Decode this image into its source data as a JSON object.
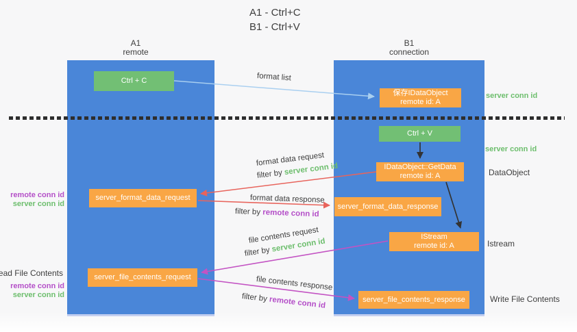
{
  "title": {
    "line1": "A1 - Ctrl+C",
    "line2": "B1 - Ctrl+V"
  },
  "lanes": {
    "left": {
      "title": "A1",
      "subtitle": "remote"
    },
    "right": {
      "title": "B1",
      "subtitle": "connection"
    }
  },
  "nodes": {
    "ctrl_c": {
      "label": "Ctrl + C"
    },
    "save_dataobject": {
      "line1": "保存IDataObject",
      "line2": "remote id: A"
    },
    "ctrl_v": {
      "label": "Ctrl + V"
    },
    "getdata": {
      "line1": "IDataObject::GetData",
      "line2": "remote id: A"
    },
    "format_request": {
      "label": "server_format_data_request"
    },
    "format_response": {
      "label": "server_format_data_response"
    },
    "istream": {
      "line1": "IStream",
      "line2": "remote id: A"
    },
    "file_request": {
      "label": "server_file_contents_request"
    },
    "file_response": {
      "label": "server_file_contents_response"
    }
  },
  "arrow_labels": {
    "format_list": "format list",
    "format_request": {
      "line1": "format data request",
      "filter_prefix": "filter by ",
      "filter_key": "server conn id"
    },
    "format_response": {
      "line1": "format data response",
      "filter_prefix": "filter by ",
      "filter_key": "remote conn id"
    },
    "file_request": {
      "line1": "file contents request",
      "filter_prefix": "filter by ",
      "filter_key": "server conn id"
    },
    "file_response": {
      "line1": "file contents response",
      "filter_prefix": "filter by ",
      "filter_key": "remote conn id"
    }
  },
  "side_labels": {
    "left": [
      {
        "text": "remote conn id"
      },
      {
        "text": "server conn id"
      },
      {
        "text": "Read File Contents"
      },
      {
        "text": "remote conn id"
      },
      {
        "text": "server conn id"
      }
    ],
    "right": [
      {
        "text": "server conn id"
      },
      {
        "text": "server conn id"
      },
      {
        "text": "DataObject"
      },
      {
        "text": "Istream"
      },
      {
        "text": "Write File Contents"
      }
    ]
  },
  "colors": {
    "lane_blue": "#4a86d8",
    "node_orange": "#f9a645",
    "node_green": "#72bf74",
    "arrow_light_blue": "#a9cff0",
    "arrow_red": "#e8645c",
    "arrow_magenta": "#c353c3",
    "arrow_black": "#333333",
    "label_green": "#6dbe6d",
    "label_purple": "#b44fc8",
    "text_dark": "#3d3d3d",
    "dot_color": "#2e2e2e",
    "background": "#f7f7f8"
  }
}
